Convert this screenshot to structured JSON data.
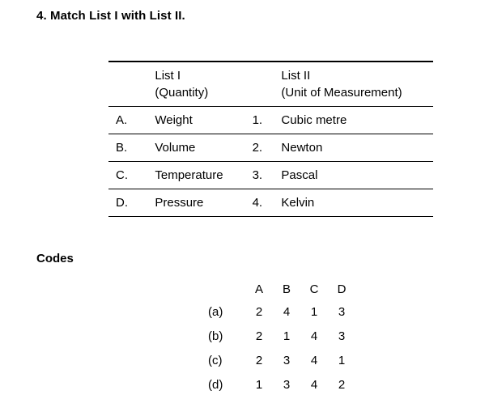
{
  "question": {
    "number": "4.",
    "title": "4. Match List I with List II."
  },
  "match_table": {
    "headers": {
      "key_col": "",
      "list_i_line1": "List I",
      "list_i_line2": "(Quantity)",
      "num_col": "",
      "list_ii_line1": "List II",
      "list_ii_line2": "(Unit of Measurement)"
    },
    "rows": [
      {
        "key": "A.",
        "quantity": "Weight",
        "num": "1.",
        "unit": "Cubic metre"
      },
      {
        "key": "B.",
        "quantity": "Volume",
        "num": "2.",
        "unit": "Newton"
      },
      {
        "key": "C.",
        "quantity": "Temperature",
        "num": "3.",
        "unit": "Pascal"
      },
      {
        "key": "D.",
        "quantity": "Pressure",
        "num": "4.",
        "unit": "Kelvin"
      }
    ]
  },
  "codes": {
    "label": "Codes",
    "column_headers": [
      "A",
      "B",
      "C",
      "D"
    ],
    "options": [
      {
        "label": "(a)",
        "values": [
          "2",
          "4",
          "1",
          "3"
        ]
      },
      {
        "label": "(b)",
        "values": [
          "2",
          "1",
          "4",
          "3"
        ]
      },
      {
        "label": "(c)",
        "values": [
          "2",
          "3",
          "4",
          "1"
        ]
      },
      {
        "label": "(d)",
        "values": [
          "1",
          "3",
          "4",
          "2"
        ]
      }
    ]
  },
  "colors": {
    "background": "#ffffff",
    "text": "#000000",
    "rule": "#000000"
  }
}
